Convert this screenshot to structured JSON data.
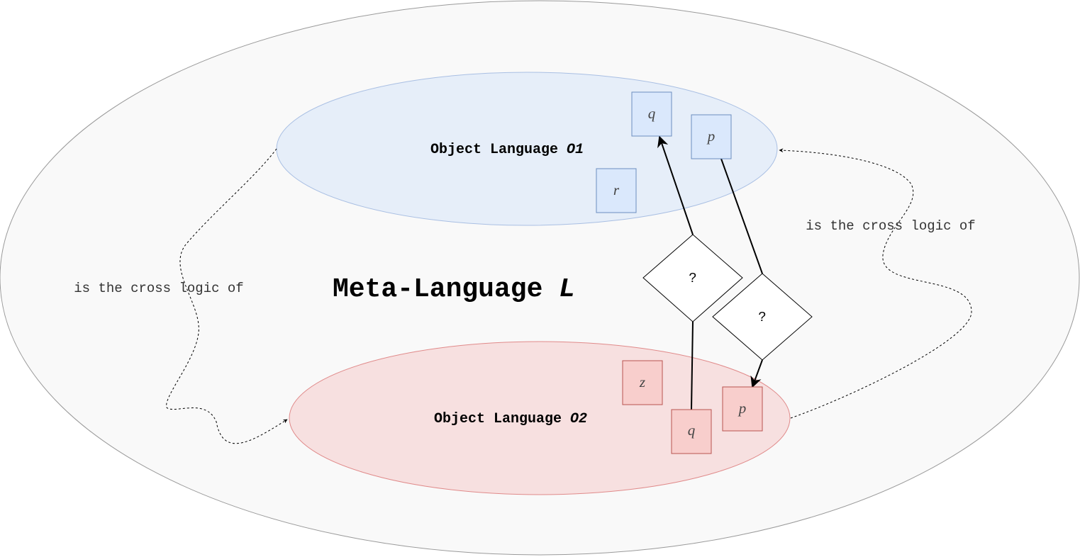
{
  "meta_language": {
    "label": "Meta-Language ",
    "symbol": "L"
  },
  "o1": {
    "label": "Object Language ",
    "symbol": "O1",
    "nodes": {
      "q": "q",
      "p": "p",
      "r": "r"
    }
  },
  "o2": {
    "label": "Object Language ",
    "symbol": "O2",
    "nodes": {
      "z": "z",
      "q": "q",
      "p": "p"
    }
  },
  "decisions": {
    "left": "?",
    "right": "?"
  },
  "relations": {
    "left_label": "is the cross logic of",
    "right_label": "is the cross logic of"
  },
  "colors": {
    "outer_fill": "#f9f9f9",
    "outer_stroke": "#9a9a9a",
    "o1_fill": "#e6eef9",
    "o1_stroke": "#a9bfe3",
    "o1_node_fill": "#dae8fc",
    "o1_node_stroke": "#6c8ebf",
    "o2_fill": "#f7e0e0",
    "o2_stroke": "#e08a8a",
    "o2_node_fill": "#f8cecc",
    "o2_node_stroke": "#b85450"
  }
}
